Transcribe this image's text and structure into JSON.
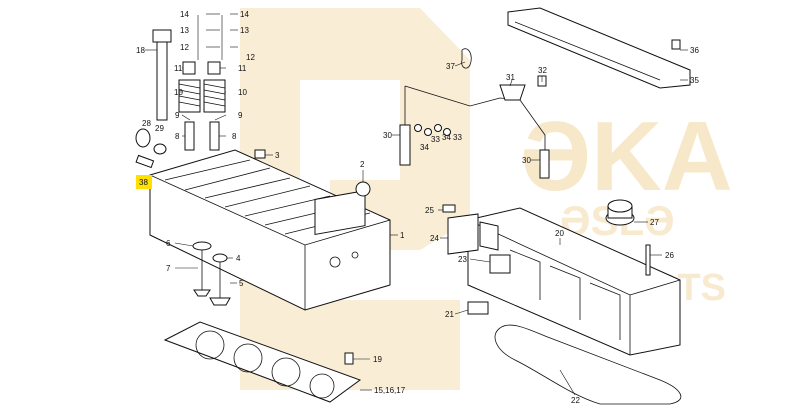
{
  "diagram": {
    "highlight_color": "#ffe000",
    "watermark_color": "#f1d296",
    "watermark": [
      "ƏKA",
      "ƏSLƏ",
      "PARTS"
    ],
    "callouts": [
      {
        "id": "c14a",
        "text": "14"
      },
      {
        "id": "c13a",
        "text": "13"
      },
      {
        "id": "c12a",
        "text": "12"
      },
      {
        "id": "c14b",
        "text": "14"
      },
      {
        "id": "c13b",
        "text": "13"
      },
      {
        "id": "c12b",
        "text": "12"
      },
      {
        "id": "c11a",
        "text": "11"
      },
      {
        "id": "c11b",
        "text": "11"
      },
      {
        "id": "c10a",
        "text": "10"
      },
      {
        "id": "c10b",
        "text": "10"
      },
      {
        "id": "c9a",
        "text": "9"
      },
      {
        "id": "c9b",
        "text": "9"
      },
      {
        "id": "c8a",
        "text": "8"
      },
      {
        "id": "c8b",
        "text": "8"
      },
      {
        "id": "c18",
        "text": "18"
      },
      {
        "id": "c28",
        "text": "28"
      },
      {
        "id": "c29",
        "text": "29"
      },
      {
        "id": "c38",
        "text": "38"
      },
      {
        "id": "c3",
        "text": "3"
      },
      {
        "id": "c2",
        "text": "2"
      },
      {
        "id": "c1",
        "text": "1"
      },
      {
        "id": "c6",
        "text": "6"
      },
      {
        "id": "c7",
        "text": "7"
      },
      {
        "id": "c4",
        "text": "4"
      },
      {
        "id": "c5",
        "text": "5"
      },
      {
        "id": "c19",
        "text": "19"
      },
      {
        "id": "c15",
        "text": "15,16,17"
      },
      {
        "id": "c37",
        "text": "37"
      },
      {
        "id": "c31",
        "text": "31"
      },
      {
        "id": "c32",
        "text": "32"
      },
      {
        "id": "c30a",
        "text": "30"
      },
      {
        "id": "c30b",
        "text": "30"
      },
      {
        "id": "c34a",
        "text": "34"
      },
      {
        "id": "c33a",
        "text": "33"
      },
      {
        "id": "c34b",
        "text": "34"
      },
      {
        "id": "c33b",
        "text": "33"
      },
      {
        "id": "c36",
        "text": "36"
      },
      {
        "id": "c35",
        "text": "35"
      },
      {
        "id": "c25",
        "text": "25"
      },
      {
        "id": "c24",
        "text": "24"
      },
      {
        "id": "c23",
        "text": "23"
      },
      {
        "id": "c20",
        "text": "20"
      },
      {
        "id": "c27",
        "text": "27"
      },
      {
        "id": "c26",
        "text": "26"
      },
      {
        "id": "c21",
        "text": "21"
      },
      {
        "id": "c22",
        "text": "22"
      }
    ]
  }
}
